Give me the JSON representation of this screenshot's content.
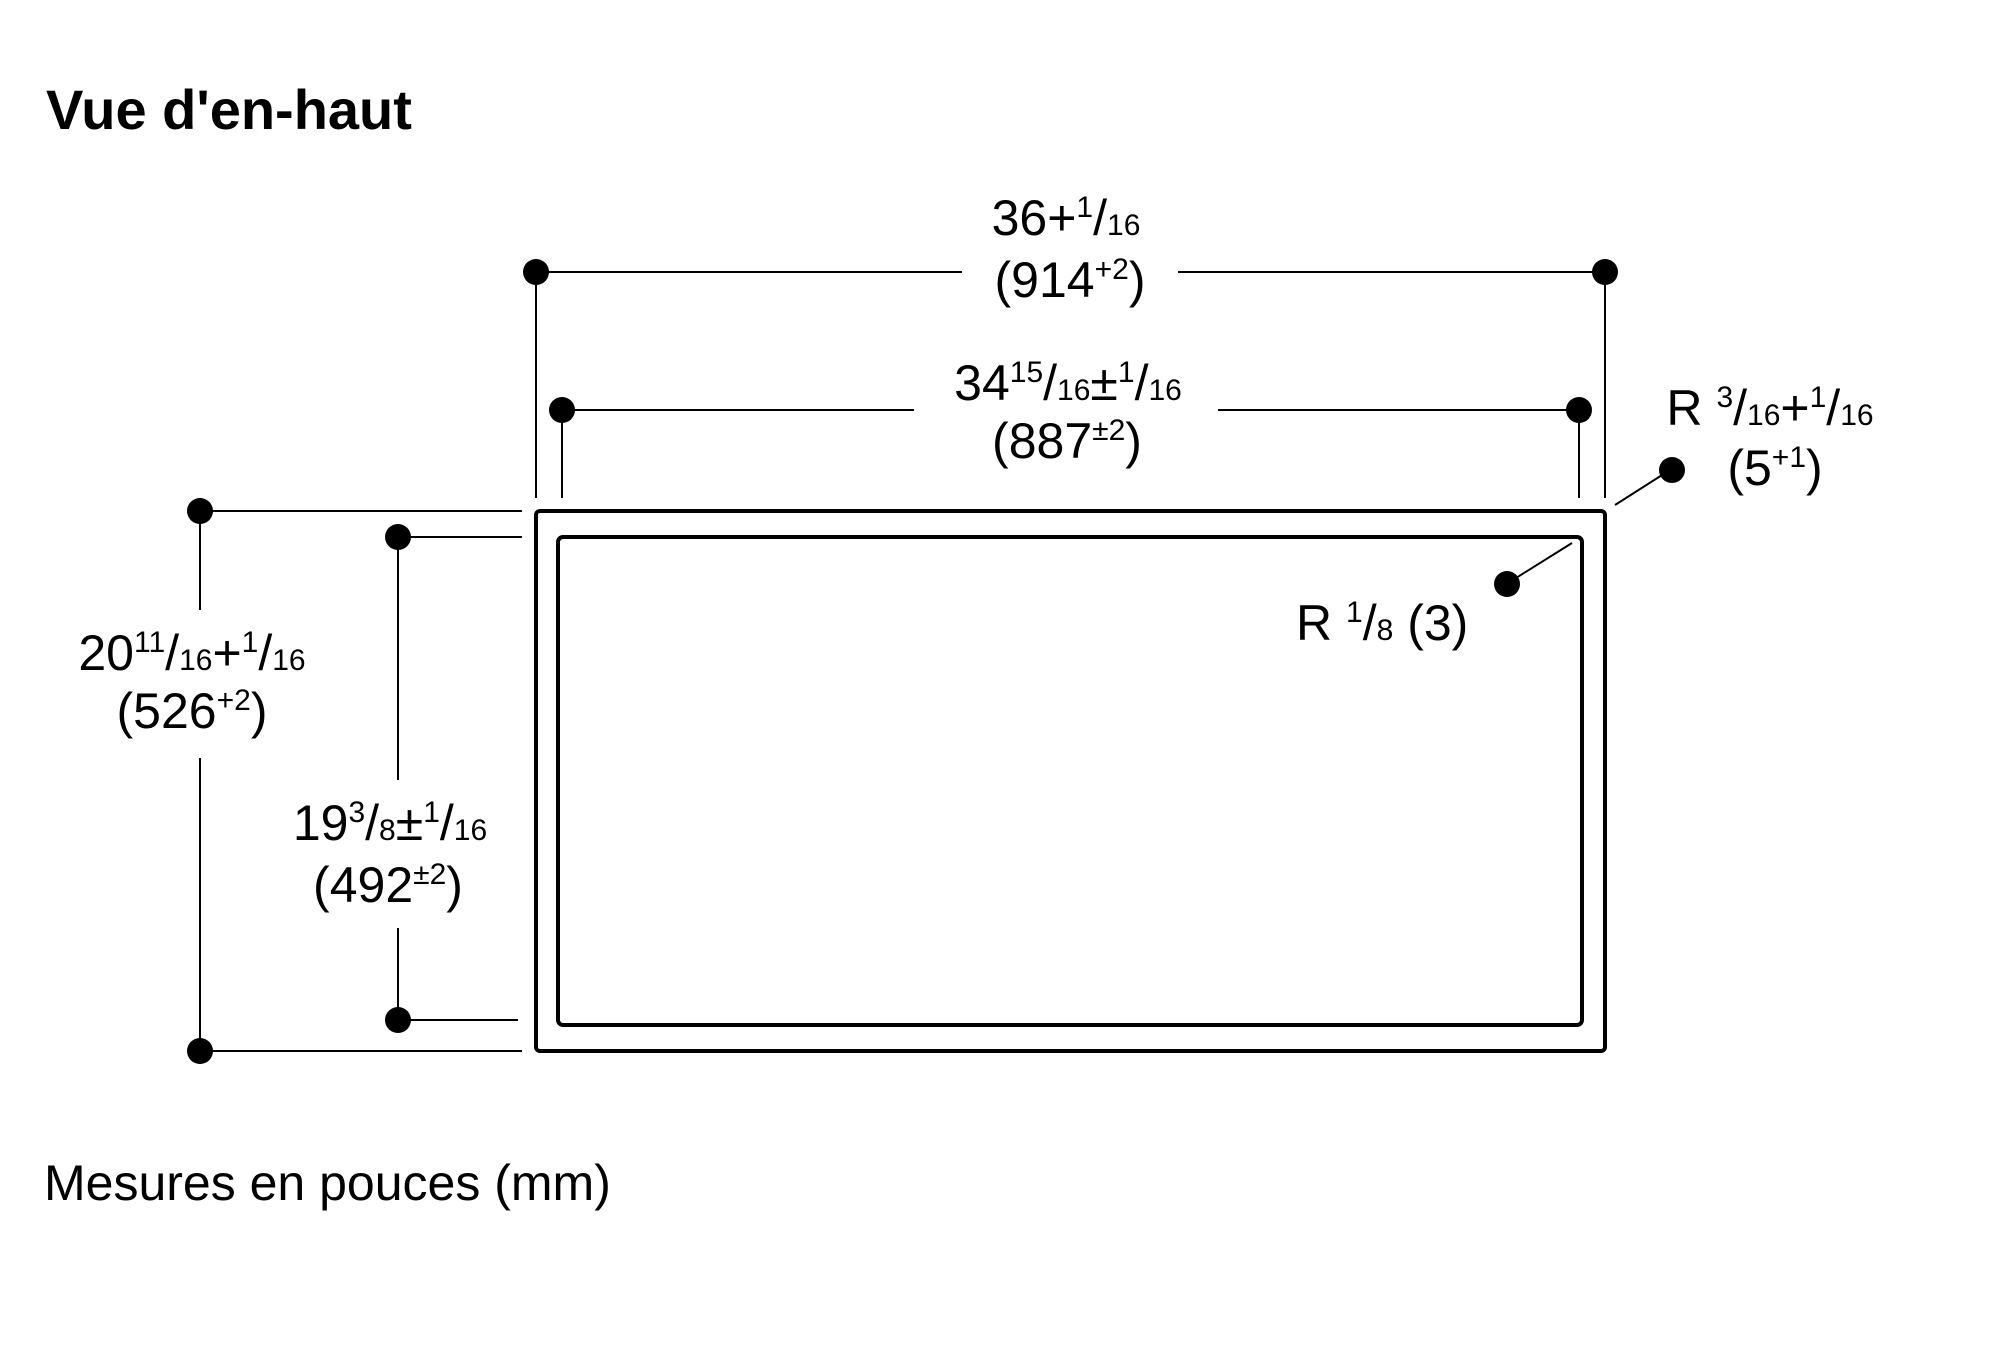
{
  "title": "Vue d'en-haut",
  "footer_note": "Mesures en pouces (mm)",
  "dimensions": {
    "outer_width": {
      "inch": {
        "whole": "36",
        "tol_sign": "+",
        "tol_num": "1",
        "tol_den": "16"
      },
      "mm": {
        "value": "914",
        "tol": "+2"
      }
    },
    "inner_width": {
      "inch": {
        "whole": "34",
        "frac_num": "15",
        "frac_den": "16",
        "tol_sign": "±",
        "tol_num": "1",
        "tol_den": "16"
      },
      "mm": {
        "value": "887",
        "tol": "±2"
      }
    },
    "outer_depth": {
      "inch": {
        "whole": "20",
        "frac_num": "11",
        "frac_den": "16",
        "tol_sign": "+",
        "tol_num": "1",
        "tol_den": "16"
      },
      "mm": {
        "value": "526",
        "tol": "+2"
      }
    },
    "inner_depth": {
      "inch": {
        "whole": "19",
        "frac_num": "3",
        "frac_den": "8",
        "tol_sign": "±",
        "tol_num": "1",
        "tol_den": "16"
      },
      "mm": {
        "value": "492",
        "tol": "±2"
      }
    },
    "outer_radius": {
      "prefix": "R",
      "inch": {
        "frac_num": "3",
        "frac_den": "16",
        "tol_sign": "+",
        "tol_num": "1",
        "tol_den": "16"
      },
      "mm": {
        "value": "5",
        "tol": "+1"
      }
    },
    "inner_radius": {
      "prefix": "R",
      "inch": {
        "frac_num": "1",
        "frac_den": "8"
      },
      "mm": {
        "value": "3"
      }
    }
  }
}
